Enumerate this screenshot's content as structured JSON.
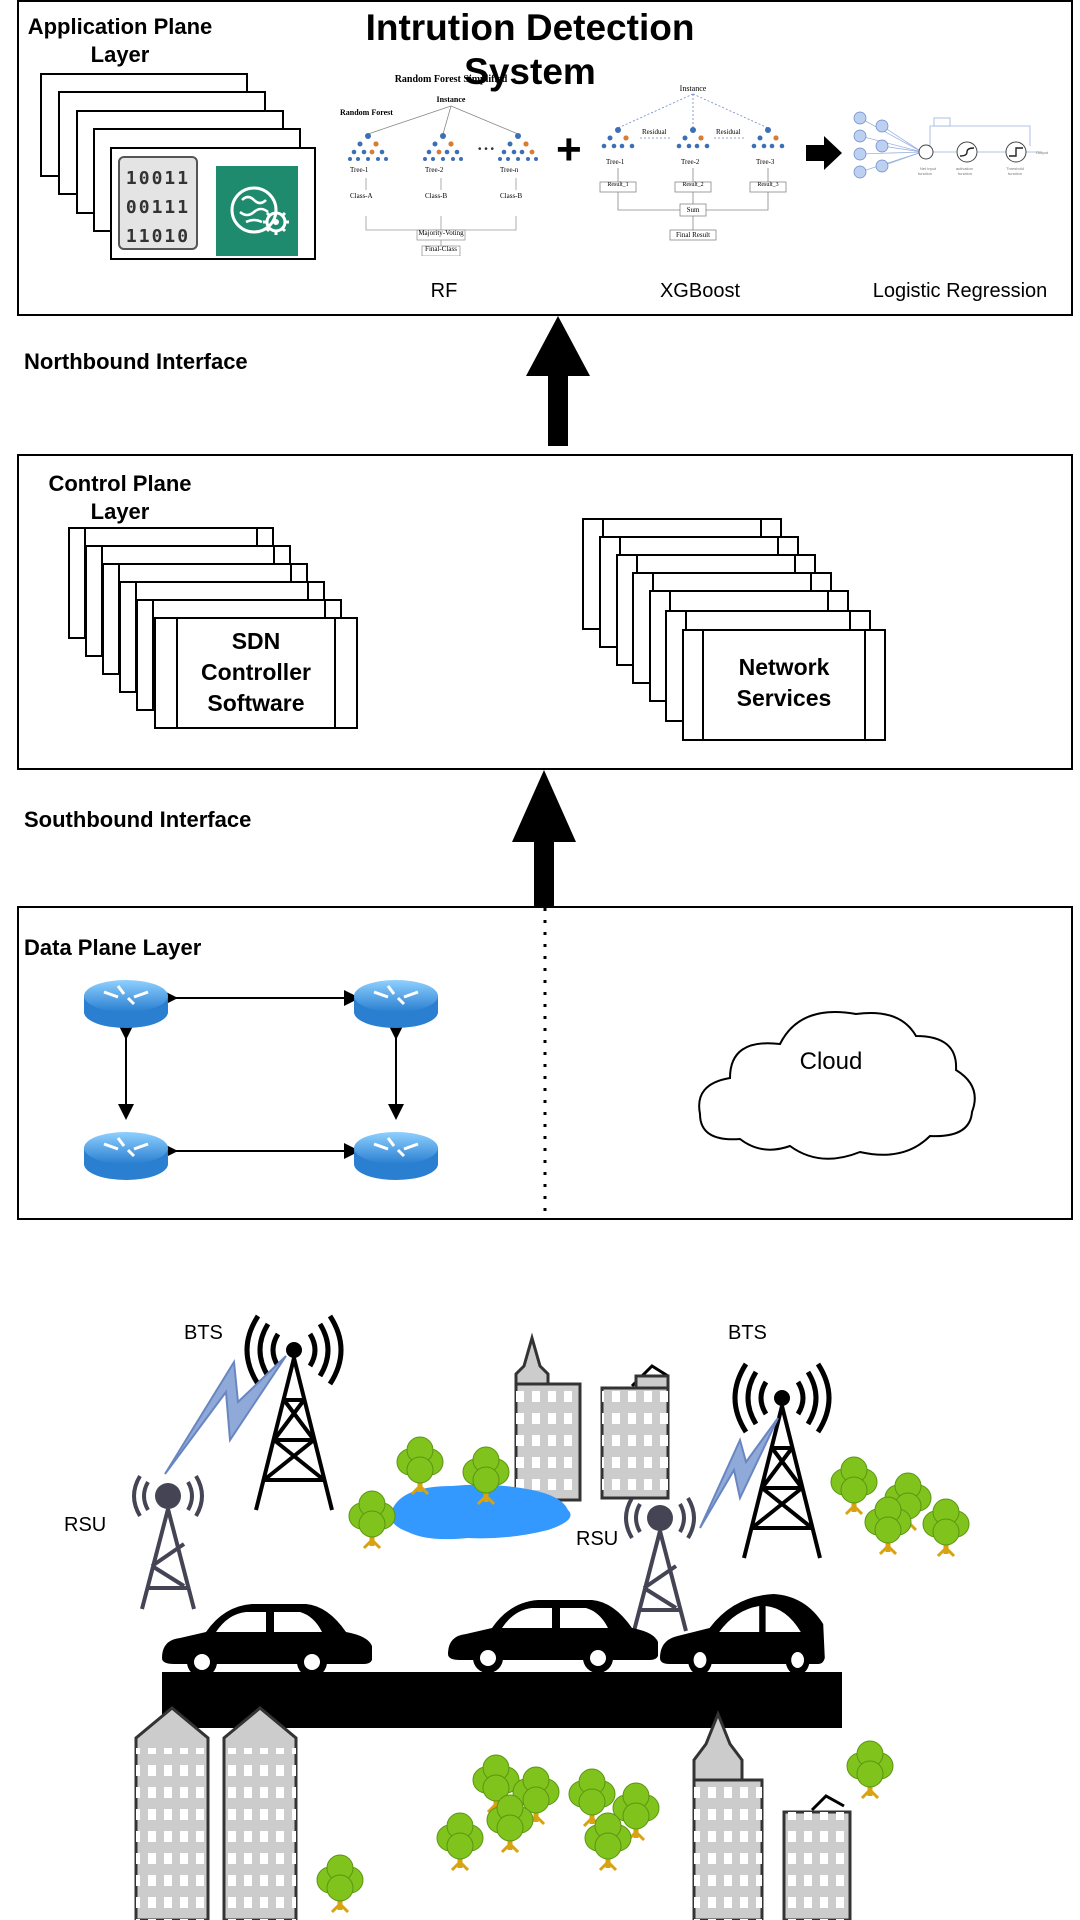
{
  "title": "Intrution Detection System",
  "application_layer": {
    "label": "Application Plane Layer",
    "binary_rows": [
      "10011",
      "00111",
      "11010"
    ],
    "rf_panel": {
      "heading": "Random Forest Simplified",
      "instance": "Instance",
      "side": "Random Forest",
      "trees": [
        "Tree-1",
        "Tree-2",
        "Tree-n"
      ],
      "classes": [
        "Class-A",
        "Class-B",
        "Class-B"
      ],
      "vote": "Majority-Voting",
      "final": "Final-Class"
    },
    "xgb_panel": {
      "instance": "Instance",
      "labels": [
        "Residual",
        "Residual"
      ],
      "trees": [
        "Tree-1",
        "Tree-2",
        "Tree-3"
      ],
      "results": [
        "Result_1",
        "Result_2",
        "Result_3"
      ],
      "sum": "Sum",
      "final": "Final Result"
    },
    "plus": "+",
    "algorithms": [
      "RF",
      "XGBoost",
      "Logistic Regression"
    ]
  },
  "northbound": "Northbound Interface",
  "control_layer": {
    "label": "Control Plane Layer",
    "left_card": "SDN Controller Software",
    "right_card": "Network Services"
  },
  "southbound": "Southbound Interface",
  "data_layer": {
    "label": "Data Plane Layer",
    "cloud": "Cloud"
  },
  "scene": {
    "bts_labels": [
      "BTS",
      "BTS"
    ],
    "rsu_labels": [
      "RSU",
      "RSU"
    ]
  },
  "icons": [
    "brain-gear-icon",
    "router-icon",
    "cloud-icon",
    "bts-tower-icon",
    "rsu-antenna-icon",
    "car-icon",
    "building-icon",
    "tree-icon",
    "lake-icon",
    "arrow-up-icon"
  ],
  "colors": {
    "brain_tile": "#1e8a6e",
    "router": "#3a9be0",
    "lake": "#3399ff",
    "tree": "#7fc31c",
    "building": "#cccccc",
    "lightning": "#8fa9d8"
  }
}
